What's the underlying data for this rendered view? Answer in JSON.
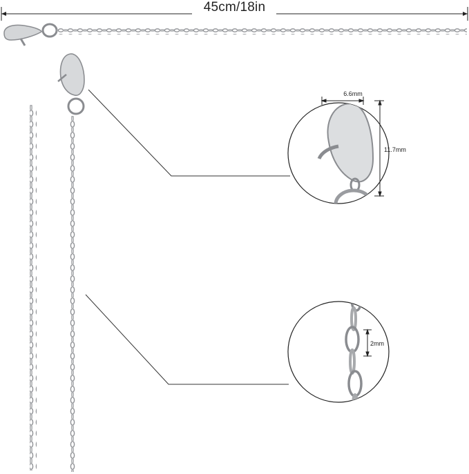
{
  "product": {
    "length_label": "45cm/18in",
    "clasp_width_label": "6.6mm",
    "clasp_height_label": "11.7mm",
    "link_size_label": "2mm"
  },
  "colors": {
    "chain_metal": "#9a9ca0",
    "chain_highlight": "#e6e8ea",
    "dimension_line": "#222222",
    "background": "#ffffff"
  }
}
